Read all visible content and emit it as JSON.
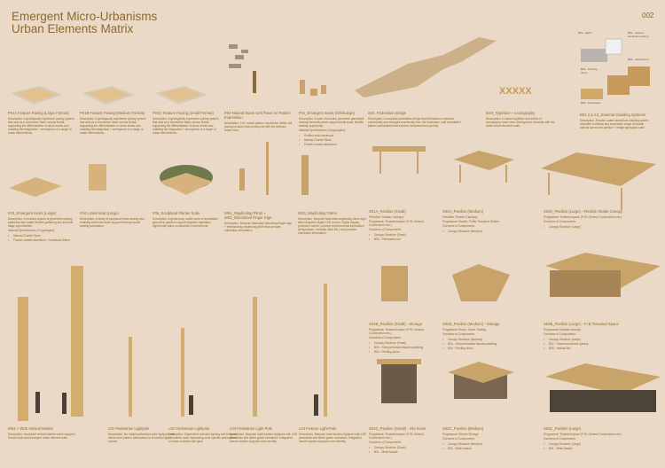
{
  "header": {
    "title_line1": "Emergent Micro-Urbanisms",
    "title_line2": "Urban Elements Matrix",
    "page_number": "002"
  },
  "cladding_labels": [
    "B01 - Mesh",
    "B02 - Glazed aluminium joinery",
    "B03 - Vertical fins",
    "B04 - Pivoting doors",
    "B05 - Perforated"
  ],
  "cards": [
    {
      "title": "P01A Feature Paving (Large Format)",
      "desc": "Description: A geologically expressive paving system that acts as a connective fabric across Dubai, supporting the differentiation of urban zones and enabling the integration + emergence of a range of urban interventions."
    },
    {
      "title": "P01B Feature Paving (Medium Format)",
      "desc": "Description: A geologically expressive paving system that acts as a connective fabric across Dubai, supporting the differentiation of urban zones and enabling the integration + emergence of a range of urban interventions."
    },
    {
      "title": "P01C Feature Paving (Small Format)",
      "desc": "Description: A geologically expressive paving system that acts as a connective fabric across Dubai, supporting the differentiation of urban zones and enabling the integration + emergence of a range of urban interventions."
    },
    {
      "title": "P02 Natural Stone Unit Paver w/ Pattern Expression",
      "desc": "Description: CnC routed pattern expression within unit paving modules that correspond with the relevant urban zone."
    },
    {
      "title": "F01_Emergent Seats (S/M/Large)",
      "desc": "Description: A suite of modular geometric parcelable seating elements which support small scale, flexible seating opportunity.",
      "sub": "Material Specifications (3 typologies):",
      "items": [
        "Profiled solid hardwood",
        "Natural Granite Stone",
        "Powder coated aluminium"
      ]
    },
    {
      "title": "S04. Pedestrian Bridge",
      "desc": "Description: A sculptural pedestrian bridge that bifurcates to enhance connectivity and emerges seamlessly from the landscape, with tessellated pattern perforations that express movement and journey."
    },
    {
      "title": "M10_Typeface + Iconography",
      "desc": "Description: A custom typeface and series of iconography have been developed to resonate with the wider urban elements suite."
    },
    {
      "title": "B01,2,3,4,5_External Cladding Systems",
      "desc": "Description: Powder coated aluminium cladding panels articulate a diverse and expressive range of facade options across the pavilion + bridge typologies suite."
    },
    {
      "title": "F03_Emergent Seats (Large)",
      "desc": "Description: A modular system of geometric seating platforms that enable flexible gathering and informal stage opportunities.",
      "sub": "Material Specifications (2 typologies):",
      "items": [
        "Natural Granite Stone",
        "Powder coated aluminium + hardwood timber"
      ]
    },
    {
      "title": "F04 Lineal Seat (Large)",
      "desc": "Description: A family of sculptural lineal seating and retaining elements which support informal social seating occupation."
    },
    {
      "title": "F05_Sculptural Planter Suite",
      "desc": "Description: A generously scaled suite of tessellated, geometric planters support irrigated vegetation opportunity within constrained environments."
    },
    {
      "title": "W01_Wayfinding Plinth + W02_Directional Finger Sign",
      "desc": "Description: Bespoke fabricated directional finger sign + freestanding wayfinding plinth that provides orientation information."
    },
    {
      "title": "W03_Wayfinding Totem",
      "desc": "Description: Bespoke fabricated wayfinding totem sign with integrated digital LED screen. Digital display promotes events, conveys environmental information (temperature, humidity, wind etc.) and provides orientation information."
    },
    {
      "title": "S01A_Pavilion (Small)",
      "sub0": "Flexible Shade Canopy",
      "desc": "Programme: Tenanted space (F+B, General Convenience etc.)",
      "sub": "Overview of Components:",
      "items": [
        "Canopy Structure (Small)",
        "B05 - Perforated roof"
      ]
    },
    {
      "title": "S02A_Pavilion (Medium)",
      "sub0": "Flexible Shade Canopy",
      "desc": "Programme: Market, Public Transport Shelter",
      "sub": "Overview of Components:",
      "items": [
        "Canopy Structure (Medium)"
      ]
    },
    {
      "title": "S03A_Pavilion (Large) - Flexible Shade Canopy",
      "desc": "Programme: Tenanted space (F+B, General Convenience etc.)",
      "sub": "Overview of Components:",
      "items": [
        "Canopy Structure (Large)"
      ]
    },
    {
      "title": "S01B_Pavilion (Small) - Storage",
      "desc": "Programme: Tenanted space (F+B, General Convenience etc.)",
      "sub": "Overview of Components:",
      "items": [
        "Canopy Structure (Small)",
        "B03 - Solid perforated facade panelling",
        "B04 - Pivoting doors"
      ]
    },
    {
      "title": "S02B_Pavilion (Medium) - Storage",
      "desc": "Programme: Kiosk / Street Trading",
      "sub": "Overview of Components:",
      "items": [
        "Canopy Structure (Medium)",
        "B03 - Solid perforated facade panelling",
        "B04 - Pivoting doors"
      ]
    },
    {
      "title": "S03B_Pavilion (Large) - F+B Tenanted Space",
      "desc": "Programme: Markets Amenity",
      "sub": "Overview of Components:",
      "items": [
        "Canopy Structure (Large)",
        "B02 - Glazed aluminium joinery",
        "B05 - Vertical fins"
      ]
    },
    {
      "title": "W04 + W05 Vertical Marker",
      "desc": "Description: Sculptural vertical marker which supports Dubai's bold and emergent urban element suite."
    },
    {
      "title": "L01 Pedestrian Lightpole",
      "desc": "Description: 6m height pedestrian scale lightpole with select zone pattern perforations to lit section light column."
    },
    {
      "title": "L02 Pedestrian Lightpole",
      "desc": "Description: Suspended catenary lighting with bespoke luminaires, each expressing zone specific perforations to evoke a lantern-like glow."
    },
    {
      "title": "L03 Pedestrian Light Pole",
      "desc": "Description: Bespoke multi function lightpole with LED pedestrian and street grade luminaires. Integrated banner system supports zone identity."
    },
    {
      "title": "L04 Feature Light Pole",
      "desc": "Description: Bespoke multi function lightpole with LED pedestrian and street grade luminaires. Integrated banner system supports zone identity."
    },
    {
      "title": "S01C_Pavilion (Small) - Info Kiosk",
      "desc": "Programme: Tenanted space (F+B, General Convenience etc.)",
      "sub": "Overview of Components:",
      "items": [
        "Canopy Structure (Small)",
        "B01 - Mesh facade"
      ]
    },
    {
      "title": "S02C_Pavilion (Medium)",
      "desc": "Programme: Secure Storage",
      "sub": "Overview of Components:",
      "items": [
        "Canopy Structure (Medium)",
        "B01 - Mesh facade"
      ]
    },
    {
      "title": "S03C_Pavilion (Large)",
      "desc": "Programme: Tenanted space (F+B, General Convenience etc.)",
      "sub": "Overview of Components:",
      "items": [
        "Canopy Structure (Large)",
        "B01 - Mesh facade"
      ]
    }
  ],
  "typeface_sample": "XXXXX",
  "colors": {
    "background": "#e9d9c6",
    "text": "#8a6a2c",
    "timber": "#c9a46a",
    "shadow": "#cfc0ad"
  }
}
